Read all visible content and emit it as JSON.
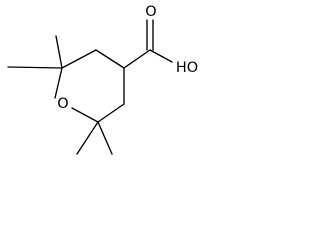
{
  "structure": {
    "atoms": {
      "carbonyl_oxygen": "O",
      "hydroxyl_group": "HO",
      "ring_oxygen": "O"
    },
    "colors": {
      "background": "#ffffff",
      "ink": "#000000"
    }
  }
}
